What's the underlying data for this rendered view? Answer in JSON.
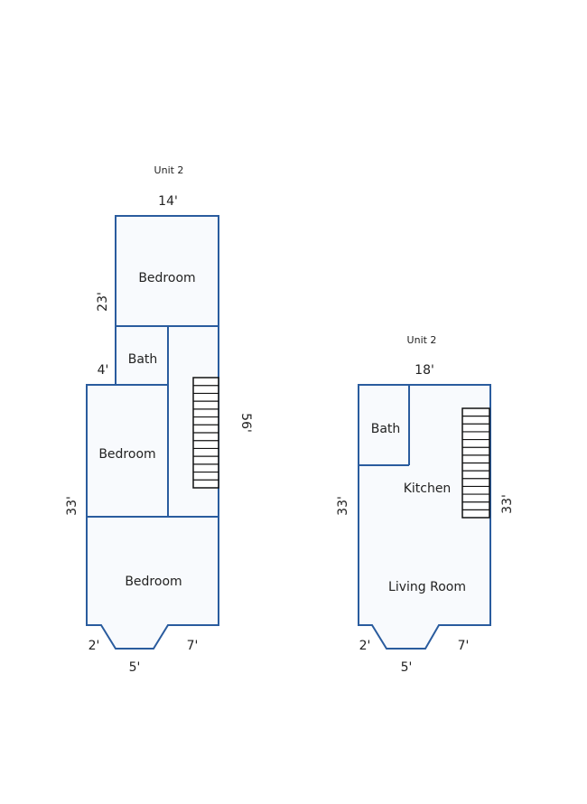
{
  "plans": [
    {
      "unit_label": "Unit 2",
      "dimensions": {
        "top_width": "14'",
        "upper_left_height": "23'",
        "step_width": "4'",
        "right_height": "56'",
        "lower_left_height": "33'",
        "bay_left": "2'",
        "bay_center": "5'",
        "bay_right": "7'"
      },
      "rooms": {
        "bedroom_top": "Bedroom",
        "bath": "Bath",
        "bedroom_middle": "Bedroom",
        "bedroom_bottom": "Bedroom"
      }
    },
    {
      "unit_label": "Unit 2",
      "dimensions": {
        "top_width": "18'",
        "left_height": "33'",
        "right_height": "33'",
        "bay_left": "2'",
        "bay_center": "5'",
        "bay_right": "7'"
      },
      "rooms": {
        "bath": "Bath",
        "kitchen": "Kitchen",
        "living_room": "Living Room"
      }
    }
  ],
  "colors": {
    "wall": "#2a5c9e",
    "floor": "#f8fafd",
    "stairs": "#111111"
  }
}
